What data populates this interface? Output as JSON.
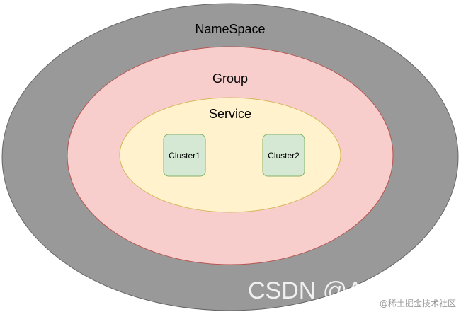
{
  "diagram": {
    "namespace": {
      "label": "NameSpace",
      "fill": "#999999",
      "stroke": "#666666"
    },
    "group": {
      "label": "Group",
      "fill": "#f8cecc",
      "stroke": "#b85450"
    },
    "service": {
      "label": "Service",
      "fill": "#fff2cc",
      "stroke": "#d6b656"
    },
    "clusters": [
      {
        "label": "Cluster1",
        "fill": "#d5e8d4",
        "stroke": "#82b366"
      },
      {
        "label": "Cluster2",
        "fill": "#d5e8d4",
        "stroke": "#82b366"
      }
    ]
  },
  "watermark": {
    "csdn": "CSDN @A",
    "juejin": "@稀土掘金技术社区"
  }
}
